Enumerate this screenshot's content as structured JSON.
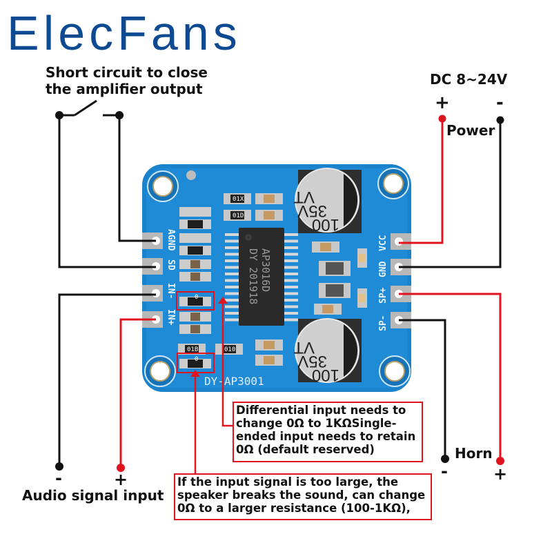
{
  "brand": {
    "name": "ElecFans",
    "color": "#0d4a92"
  },
  "switch_label": {
    "line1": "Short circuit to close",
    "line2": "the amplifier output"
  },
  "power": {
    "voltage": "DC  8~24V",
    "plus": "+",
    "minus": "-",
    "label": "Power"
  },
  "board": {
    "model": "DY-AP3001",
    "chip": {
      "line1": "AP3016D",
      "line2": "DY 201918"
    },
    "capacitor": {
      "value": "100",
      "voltage": "35V",
      "series": "VT"
    },
    "left_pins": [
      "AGND",
      "SD",
      "IN-",
      "IN+"
    ],
    "right_pins": [
      "VCC",
      "GND",
      "SP+",
      "SP-"
    ],
    "resistor_codes": [
      "01X",
      "01D",
      "01B",
      "010",
      "0"
    ]
  },
  "audio_input": {
    "minus": "-",
    "plus": "+",
    "label": "Audio signal input"
  },
  "horn": {
    "minus": "-",
    "plus": "+",
    "label": "Horn"
  },
  "callouts": {
    "differential": [
      "Differential input needs to",
      "change 0Ω to 1KΩSingle-",
      "ended input needs to retain",
      "0Ω (default reserved)"
    ],
    "signal": [
      "If the input signal is too large, the",
      "speaker breaks the sound, can change",
      "0Ω to a larger resistance (100-1KΩ),"
    ]
  },
  "colors": {
    "wire_red": "#e0141e",
    "wire_black": "#111111",
    "pcb_blue": "#1a86d0"
  }
}
